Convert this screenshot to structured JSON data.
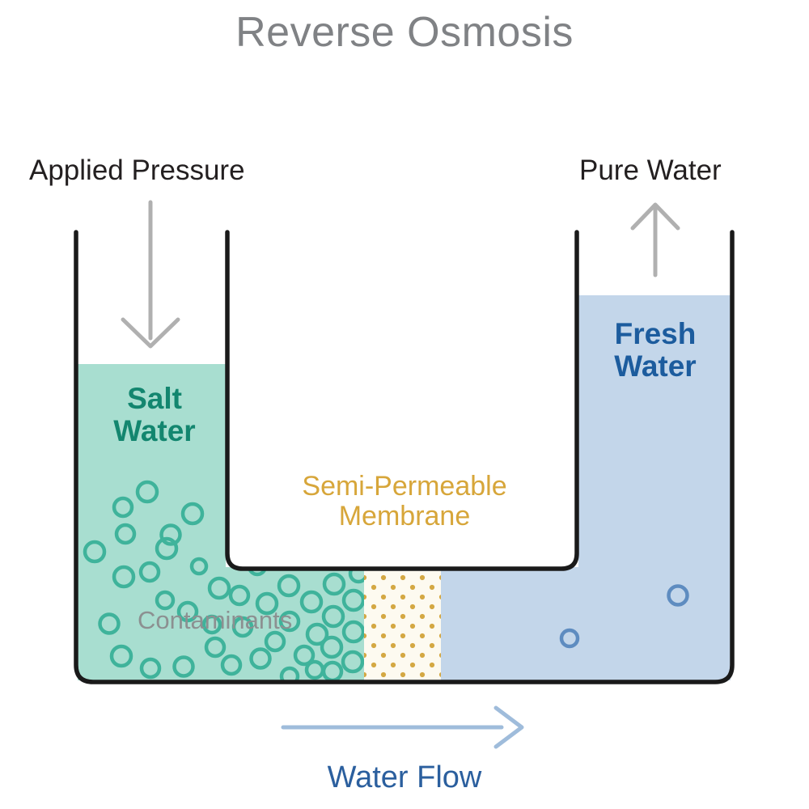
{
  "title": "Reverse Osmosis",
  "labels": {
    "applied_pressure": "Applied Pressure",
    "pure_water": "Pure Water",
    "salt_water": "Salt\nWater",
    "fresh_water": "Fresh\nWater",
    "membrane": "Semi-Permeable\nMembrane",
    "contaminants": "Contaminants",
    "water_flow": "Water Flow"
  },
  "icons": {
    "applied_pressure_arrow": "arrow-down-icon",
    "pure_water_arrow": "arrow-up-icon",
    "water_flow_arrow": "arrow-right-icon"
  },
  "colors": {
    "title_gray": "#808285",
    "text_black": "#231f20",
    "salt_water_fill": "#a8ded0",
    "salt_water_text": "#13866f",
    "bubble_teal": "#3fb39b",
    "fresh_water_fill": "#c3d6ea",
    "fresh_water_text": "#1c5c9e",
    "bubble_blue": "#5e8cc0",
    "membrane_fill": "#fdfaf0",
    "membrane_dot": "#d4a843",
    "membrane_text": "#d7a63a",
    "tube_outline": "#1a1a1a",
    "arrow_gray": "#b0b0b0",
    "arrow_blue": "#9fbcdb",
    "contaminants_text": "#8c9091",
    "background": "#ffffff"
  },
  "geometry": {
    "outer_left_wall_x": 94,
    "inner_left_wall_x": 281,
    "inner_right_wall_x": 713,
    "outer_right_wall_x": 905,
    "tube_top_y": 287,
    "tube_bottom_y": 843,
    "inner_bottom_y": 703,
    "salt_water_level_y": 450,
    "fresh_water_level_y": 365,
    "membrane_left_x": 450,
    "membrane_right_x": 545
  },
  "chart_data": {
    "type": "diagram",
    "title": "Reverse Osmosis",
    "description": "U-tube diagram showing reverse osmosis: pressurized salt water on the left is pushed through a semi-permeable membrane, leaving contaminants behind and producing fresh water on the right.",
    "regions": [
      {
        "name": "salt-water-chamber",
        "side": "left",
        "fill": "#a8ded0",
        "label": "Salt Water",
        "level_y": 450,
        "contains": "contaminants"
      },
      {
        "name": "semi-permeable-membrane",
        "side": "center-bottom",
        "fill": "#fdfaf0",
        "dot_color": "#d4a843",
        "label": "Semi-Permeable Membrane",
        "x_range": [
          450,
          545
        ]
      },
      {
        "name": "fresh-water-chamber",
        "side": "right",
        "fill": "#c3d6ea",
        "label": "Fresh Water",
        "level_y": 365
      }
    ],
    "flows": [
      {
        "name": "applied-pressure",
        "direction": "down",
        "color": "#b0b0b0",
        "label": "Applied Pressure"
      },
      {
        "name": "pure-water-output",
        "direction": "up",
        "color": "#b0b0b0",
        "label": "Pure Water"
      },
      {
        "name": "water-flow",
        "direction": "right",
        "color": "#9fbcdb",
        "label": "Water Flow"
      }
    ],
    "bubbles_salt_side_count": 41,
    "bubbles_fresh_side_count": 2
  }
}
